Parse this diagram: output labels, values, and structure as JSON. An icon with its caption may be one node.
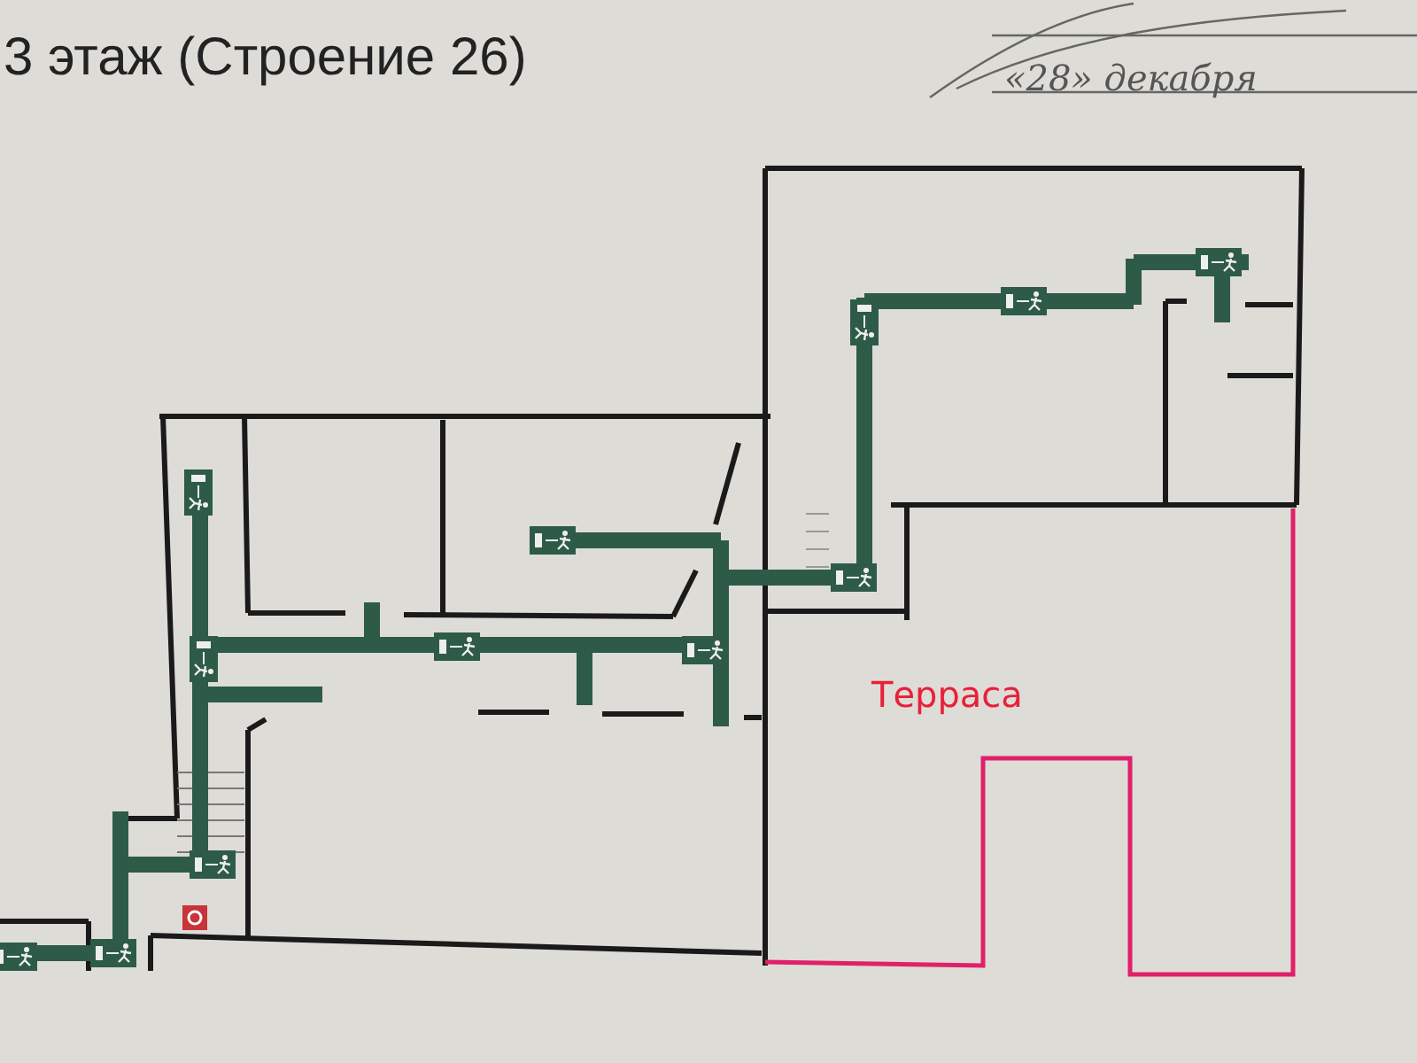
{
  "diagram": {
    "title": "3 этаж (Строение 26)",
    "labels": [
      "«28» декабря",
      "Терраса"
    ]
  }
}
